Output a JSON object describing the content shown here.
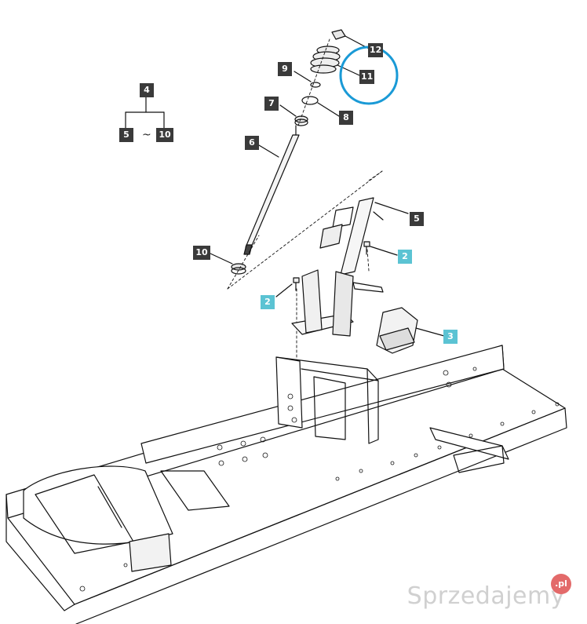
{
  "labels": {
    "l12": "12",
    "l11": "11",
    "l9": "9",
    "l7": "7",
    "l8": "8",
    "l6": "6",
    "l4": "4",
    "l5a": "5",
    "l10a": "10",
    "tilde": "~",
    "l5b": "5",
    "l2a": "2",
    "l2b": "2",
    "l3": "3",
    "l10b": "10"
  },
  "highlight_color": "#1a9ad6",
  "watermark": {
    "text": "Sprzedajemy",
    "badge": ".pl"
  }
}
